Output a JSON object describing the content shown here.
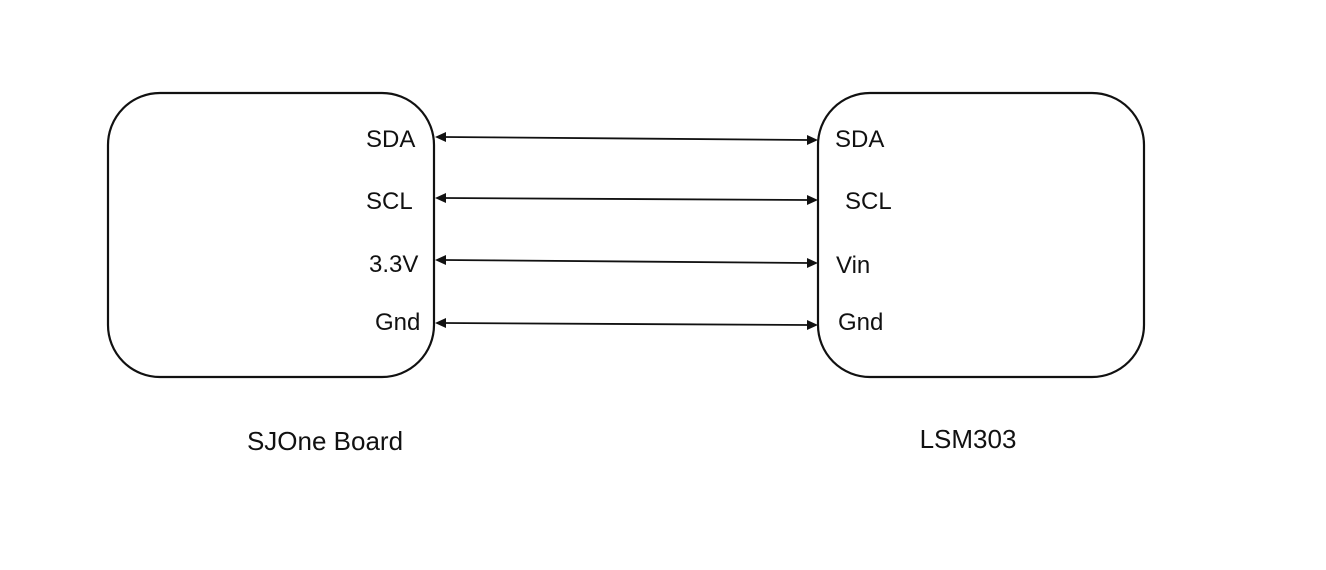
{
  "boards": {
    "left": {
      "caption": "SJOne Board",
      "pins": [
        "SDA",
        "SCL",
        "3.3V",
        "Gnd"
      ]
    },
    "right": {
      "caption": "LSM303",
      "pins": [
        "SDA",
        "SCL",
        "Vin",
        "Gnd"
      ]
    }
  },
  "connections": [
    {
      "from": "SDA",
      "to": "SDA",
      "direction": "bidirectional"
    },
    {
      "from": "SCL",
      "to": "SCL",
      "direction": "bidirectional"
    },
    {
      "from": "3.3V",
      "to": "Vin",
      "direction": "bidirectional"
    },
    {
      "from": "Gnd",
      "to": "Gnd",
      "direction": "bidirectional"
    }
  ],
  "colors": {
    "stroke": "#111111",
    "background": "#ffffff"
  }
}
